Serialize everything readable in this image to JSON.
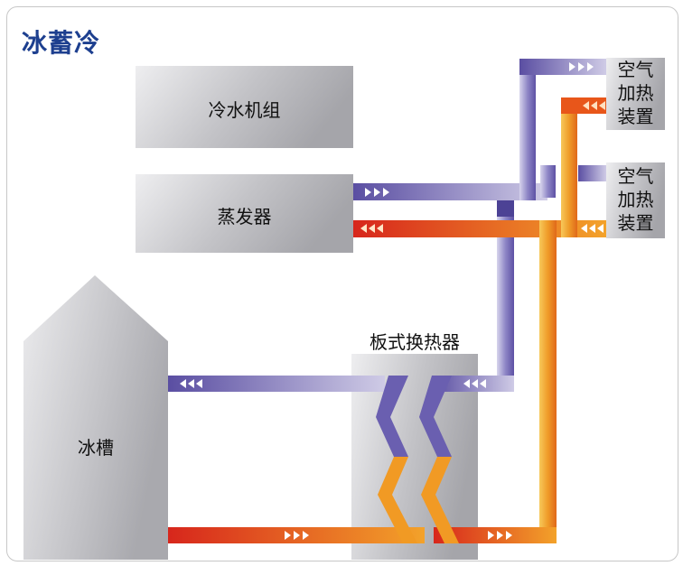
{
  "title": "冰蓄冷",
  "components": {
    "chiller": "冷水机组",
    "evaporator": "蒸发器",
    "ice_tank": "冰槽",
    "plate_heat_exchanger": "板式换热器",
    "air_heater_1": [
      "空气",
      "加热",
      "装置"
    ],
    "air_heater_2": [
      "空气",
      "加热",
      "装置"
    ]
  },
  "colors": {
    "cold_pipe": "#6a5fb0",
    "hot_pipe": "#e3661e",
    "box": "#b7b7bb",
    "title": "#1d3f8f"
  }
}
